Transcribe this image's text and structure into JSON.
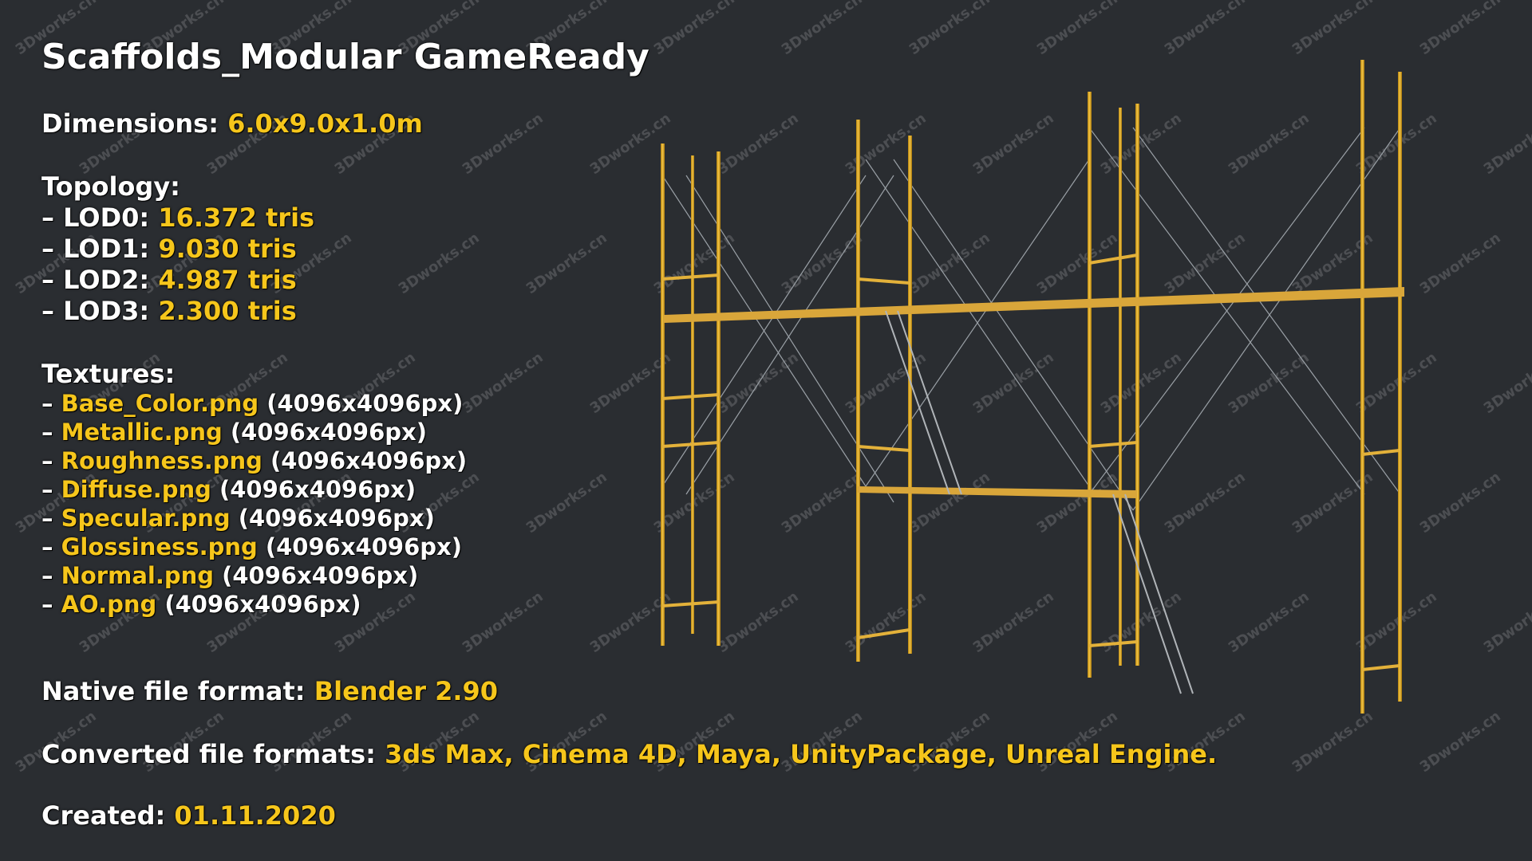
{
  "title": "Scaffolds_Modular GameReady",
  "dimensions": {
    "label": "Dimensions:",
    "value": "6.0x9.0x1.0m"
  },
  "topology": {
    "label": "Topology:",
    "lods": [
      {
        "label": "– LOD0:",
        "value": "16.372 tris"
      },
      {
        "label": "– LOD1:",
        "value": "9.030 tris"
      },
      {
        "label": "– LOD2:",
        "value": "4.987 tris"
      },
      {
        "label": "– LOD3:",
        "value": "2.300 tris"
      }
    ]
  },
  "textures": {
    "label": "Textures:",
    "items": [
      {
        "dash": "–",
        "name": "Base_Color.png",
        "size": "(4096x4096px)"
      },
      {
        "dash": "–",
        "name": "Metallic.png",
        "size": "(4096x4096px)"
      },
      {
        "dash": "–",
        "name": "Roughness.png",
        "size": "(4096x4096px)"
      },
      {
        "dash": "–",
        "name": "Diffuse.png",
        "size": "(4096x4096px)"
      },
      {
        "dash": "–",
        "name": "Specular.png",
        "size": "(4096x4096px)"
      },
      {
        "dash": "–",
        "name": "Glossiness.png",
        "size": "(4096x4096px)"
      },
      {
        "dash": "–",
        "name": "Normal.png",
        "size": "(4096x4096px)"
      },
      {
        "dash": "–",
        "name": "AO.png",
        "size": "(4096x4096px)"
      }
    ]
  },
  "native_format": {
    "label": "Native file format:",
    "value": "Blender 2.90"
  },
  "converted_formats": {
    "label": "Converted file formats:",
    "value": "3ds Max, Cinema 4D, Maya, UnityPackage, Unreal Engine."
  },
  "created": {
    "label": "Created:",
    "value": "01.11.2020"
  },
  "watermark": "3Dworks.cn",
  "colors": {
    "background": "#2a2d31",
    "accent": "#f6c61b",
    "text": "#ffffff"
  }
}
